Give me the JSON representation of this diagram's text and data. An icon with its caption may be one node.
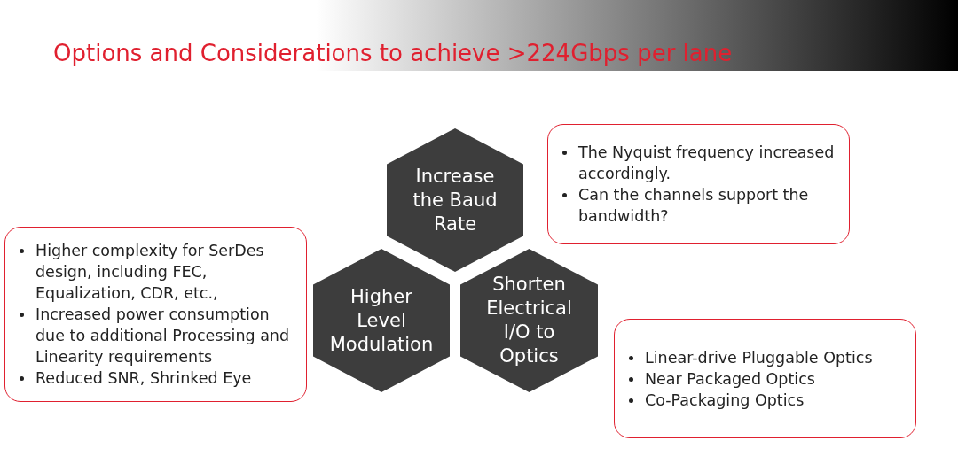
{
  "diagram": {
    "title": "Options and Considerations to achieve >224Gbps per lane",
    "nodes": [
      {
        "text": [
          "Increase the Baud Rate"
        ]
      },
      {
        "text": [
          "The Nyquist frequency increased accordingly.",
          "Can the channels support the bandwidth?"
        ]
      },
      {
        "text": [
          "Higher complexity for SerDes design, including FEC, Equalization, CDR, etc.,",
          "Increased power consumption due to additional Processing and Linearity requirements",
          "Reduced SNR, Shrinked Eye"
        ]
      },
      {
        "text": [
          "Higher Level Modulation"
        ]
      },
      {
        "text": [
          "Shorten Electrical I/O to Optics"
        ]
      },
      {
        "text": [
          "Linear-drive Pluggable Optics",
          "Near Packaged Optics",
          "Co-Packaging Optics"
        ]
      }
    ]
  }
}
